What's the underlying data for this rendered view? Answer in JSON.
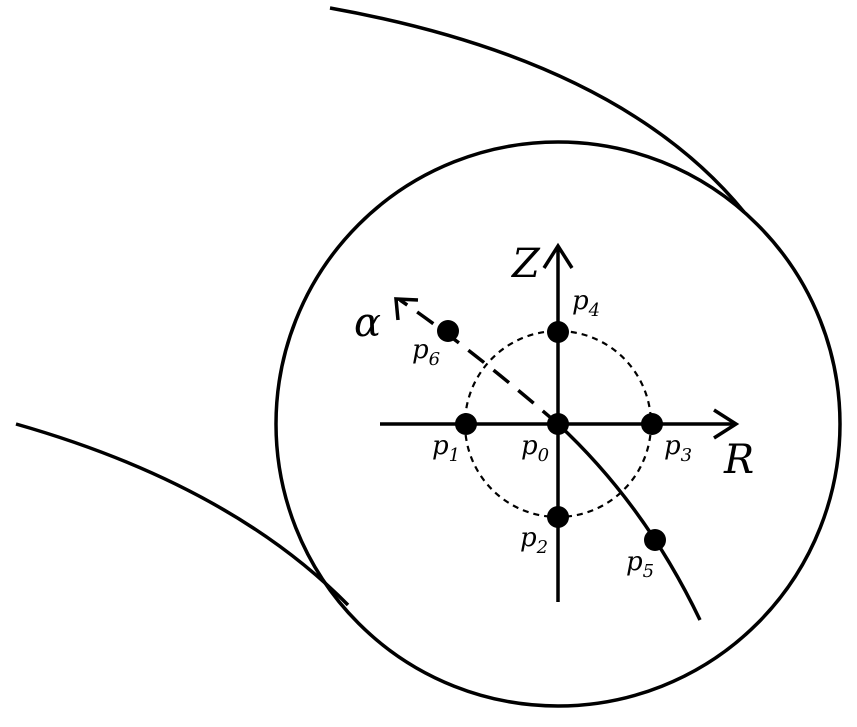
{
  "diagram": {
    "axis_labels": {
      "vertical": "Z",
      "horizontal": "R",
      "curve": "α"
    },
    "points": [
      {
        "id": "p0",
        "base": "p",
        "sub": "0"
      },
      {
        "id": "p1",
        "base": "p",
        "sub": "1"
      },
      {
        "id": "p2",
        "base": "p",
        "sub": "2"
      },
      {
        "id": "p3",
        "base": "p",
        "sub": "3"
      },
      {
        "id": "p4",
        "base": "p",
        "sub": "4"
      },
      {
        "id": "p5",
        "base": "p",
        "sub": "5"
      },
      {
        "id": "p6",
        "base": "p",
        "sub": "6"
      }
    ],
    "colors": {
      "stroke": "#000000",
      "background": "#ffffff"
    }
  }
}
